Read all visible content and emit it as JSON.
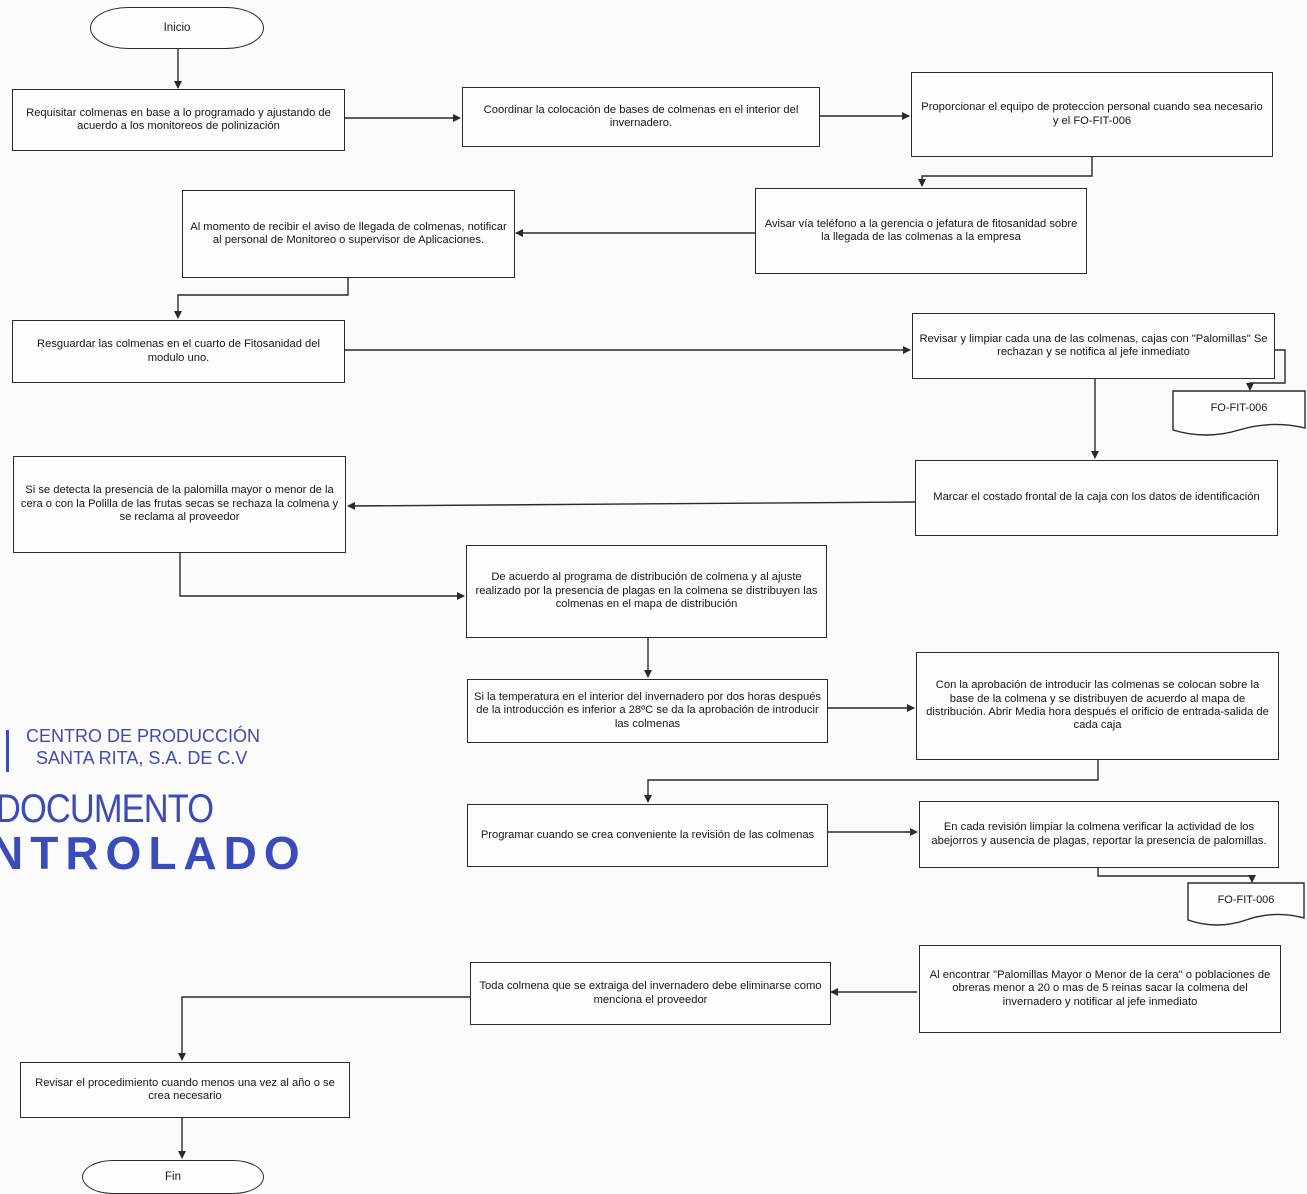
{
  "flowchart": {
    "start": "Inicio",
    "end": "Fin",
    "steps": [
      "Requisitar colmenas en base a lo programado y ajustando de acuerdo a los monitoreos de polinización",
      "Coordinar la colocación de bases de colmenas en el interior del invernadero.",
      "Proporcionar el equipo de proteccion personal cuando sea necesario y el FO-FIT-006",
      "Avisar vía teléfono a la gerencia o jefatura de fitosanidad sobre la llegada de las colmenas a la empresa",
      "Al momento de recibir el aviso de llegada de colmenas, notificar al personal de Monitoreo o supervisor de Aplicaciones.",
      "Resguardar las colmenas en el cuarto de Fitosanidad del modulo uno.",
      "Revisar y limpiar cada una de las colmenas, cajas con \"Palomillas\" Se rechazan y se notifica al jefe inmediato",
      "Marcar el costado frontal de la caja con los datos de identificación",
      "Si se detecta la presencia de la palomilla mayor o menor de la cera o con la Polilla de las frutas secas se rechaza la colmena y se reclama al proveedor",
      "De acuerdo al programa de distribución de colmena y al ajuste realizado por la presencia de plagas en la colmena se distribuyen las colmenas en el mapa de distribución",
      "Si la temperatura en el interior del invernadero por dos horas después de la introducción es inferior a 28ºC se da la aprobación de introducir las colmenas",
      "Con la aprobación de introducir las colmenas se colocan sobre la base de la colmena y se distribuyen de acuerdo al mapa de distribución. Abrir Media hora después el orificio de entrada-salida de cada caja",
      "Programar cuando se crea conveniente la revisión de las colmenas",
      "En cada revisión limpiar la colmena verificar la actividad de los abejorros y ausencia de plagas, reportar la presencia de palomillas.",
      "Al encontrar \"Palomillas Mayor o Menor de la cera\" o poblaciones de obreras menor a 20 o mas de 5 reinas sacar la colmena del invernadero y notificar al jefe inmediato",
      "Toda colmena que se extraiga del invernadero debe eliminarse como menciona el proveedor",
      "Revisar el procedimiento cuando menos una vez al año o se crea necesario"
    ],
    "documents": [
      "FO-FIT-006",
      "FO-FIT-006"
    ]
  },
  "stamp": {
    "org_line1": "CENTRO DE PRODUCCIÓN",
    "org_line2": "SANTA RITA, S.A. DE C.V",
    "doc_line1": "DOCUMENTO",
    "doc_line2": "NTROLADO"
  },
  "colors": {
    "line": "#2a2a2a",
    "stamp": "#3b4bb8"
  }
}
